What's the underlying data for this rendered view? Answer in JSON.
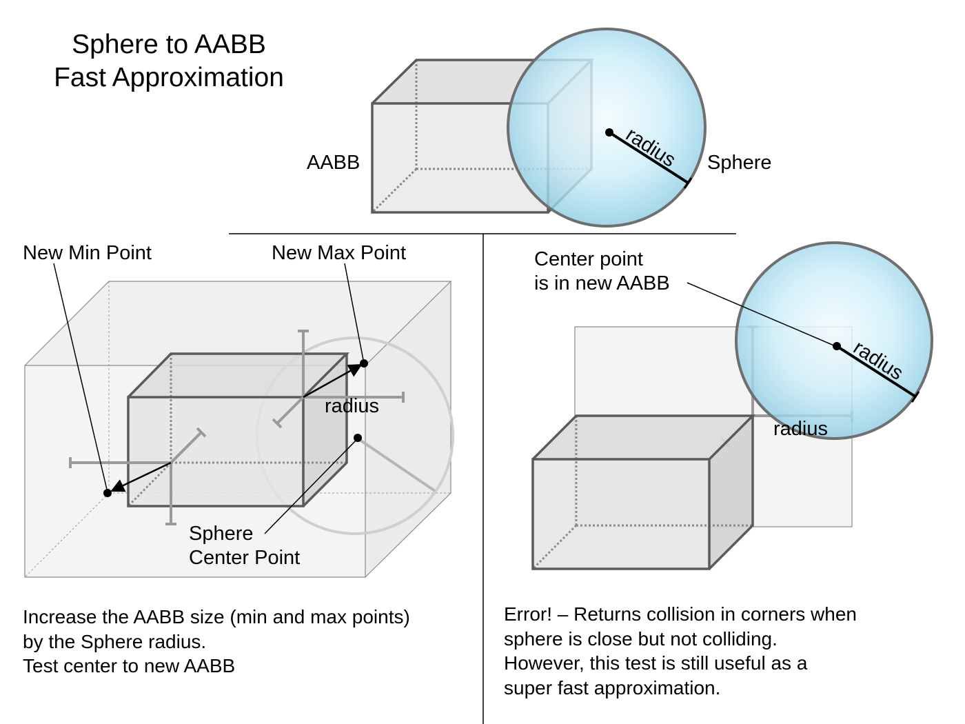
{
  "title": {
    "line1": "Sphere to AABB",
    "line2": "Fast Approximation"
  },
  "top_panel": {
    "aabb_label": "AABB",
    "sphere_label": "Sphere",
    "radius_label": "radius"
  },
  "left_panel": {
    "new_min_label": "New Min Point",
    "new_max_label": "New Max Point",
    "radius_label": "radius",
    "center_label_line1": "Sphere",
    "center_label_line2": "Center Point",
    "caption_line1": "Increase the AABB size (min and max points)",
    "caption_line2": "by the Sphere radius.",
    "caption_line3": "Test center to new AABB"
  },
  "right_panel": {
    "center_label_line1": "Center point",
    "center_label_line2": "is in new AABB",
    "radius_label_sphere": "radius",
    "radius_label_box": "radius",
    "caption_line1": "Error! – Returns collision in corners when",
    "caption_line2": "sphere is close but not colliding.",
    "caption_line3": "However, this test is still useful as a",
    "caption_line4": "super fast approximation."
  },
  "colors": {
    "box_edge": "#5a5a5a",
    "box_fill": "#e6e6e6",
    "sphere_light": "#eef9fd",
    "sphere_dark": "#8ecde4",
    "divider": "#000000"
  }
}
